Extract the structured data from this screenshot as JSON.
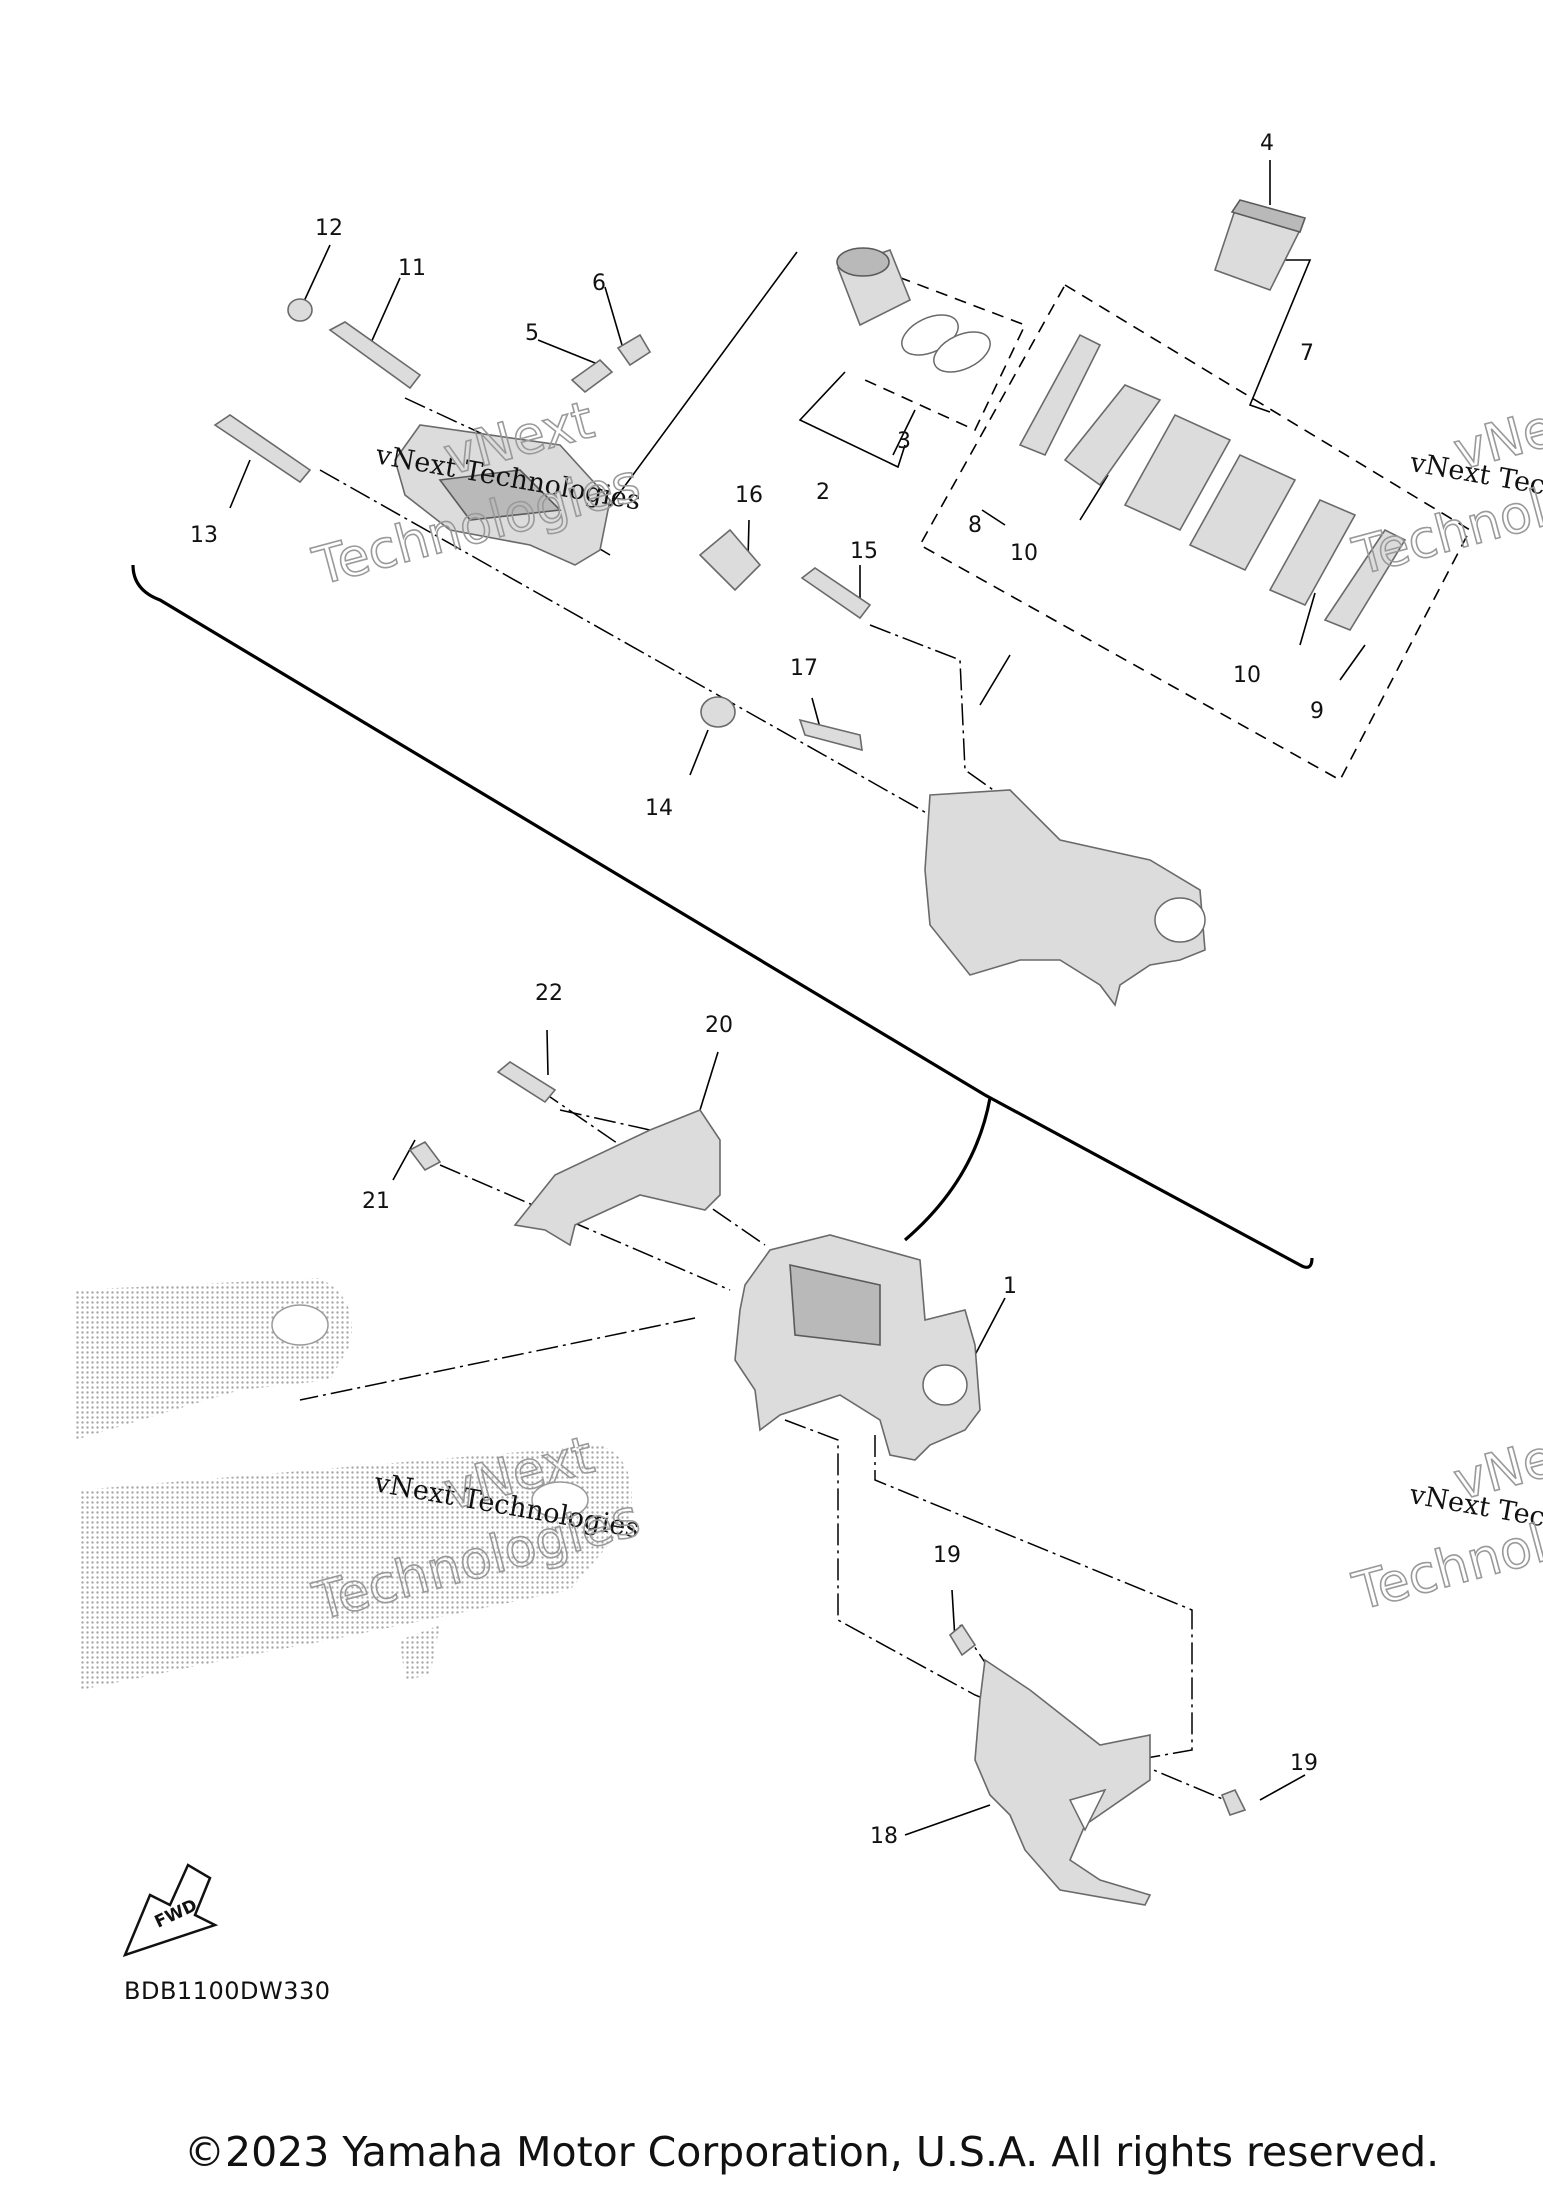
{
  "diagram_code": "BDB1100DW330",
  "copyright": "©2023 Yamaha Motor Corporation, U.S.A. All rights reserved.",
  "fwd_label": "FWD",
  "watermark": {
    "line1": "vNext Technologies",
    "line2": "vNext",
    "line3": "Technologies"
  },
  "callouts": [
    {
      "id": "c-1",
      "label": "1"
    },
    {
      "id": "c-2",
      "label": "2"
    },
    {
      "id": "c-3",
      "label": "3"
    },
    {
      "id": "c-4",
      "label": "4"
    },
    {
      "id": "c-5",
      "label": "5"
    },
    {
      "id": "c-6",
      "label": "6"
    },
    {
      "id": "c-7",
      "label": "7"
    },
    {
      "id": "c-8",
      "label": "8"
    },
    {
      "id": "c-9",
      "label": "9"
    },
    {
      "id": "c-10a",
      "label": "10"
    },
    {
      "id": "c-10b",
      "label": "10"
    },
    {
      "id": "c-11",
      "label": "11"
    },
    {
      "id": "c-12",
      "label": "12"
    },
    {
      "id": "c-13",
      "label": "13"
    },
    {
      "id": "c-14",
      "label": "14"
    },
    {
      "id": "c-15",
      "label": "15"
    },
    {
      "id": "c-16",
      "label": "16"
    },
    {
      "id": "c-17",
      "label": "17"
    },
    {
      "id": "c-18",
      "label": "18"
    },
    {
      "id": "c-19a",
      "label": "19"
    },
    {
      "id": "c-19b",
      "label": "19"
    },
    {
      "id": "c-20",
      "label": "20"
    },
    {
      "id": "c-21",
      "label": "21"
    },
    {
      "id": "c-22",
      "label": "22"
    }
  ]
}
